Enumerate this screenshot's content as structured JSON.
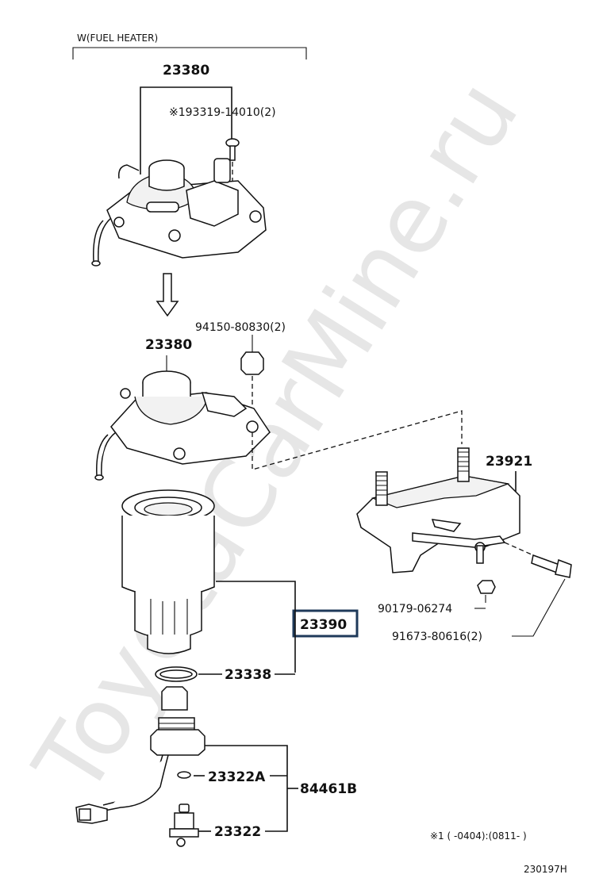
{
  "watermark": "ToyotaCarMine.ru",
  "group_label": "W(FUEL HEATER)",
  "parts": {
    "p23380_top": "23380",
    "p93319": "※193319-14010(2)",
    "p94150": "94150-80830(2)",
    "p23380_mid": "23380",
    "p23921": "23921",
    "p23390": "23390",
    "p90179": "90179-06274",
    "p91673": "91673-80616(2)",
    "p23338": "23338",
    "p23322A": "23322A",
    "p84461B": "84461B",
    "p23322": "23322"
  },
  "footnote": "※1 (      -0404):(0811-      )",
  "diagram_id": "230197H",
  "highlight_color": "#1f3a5a"
}
